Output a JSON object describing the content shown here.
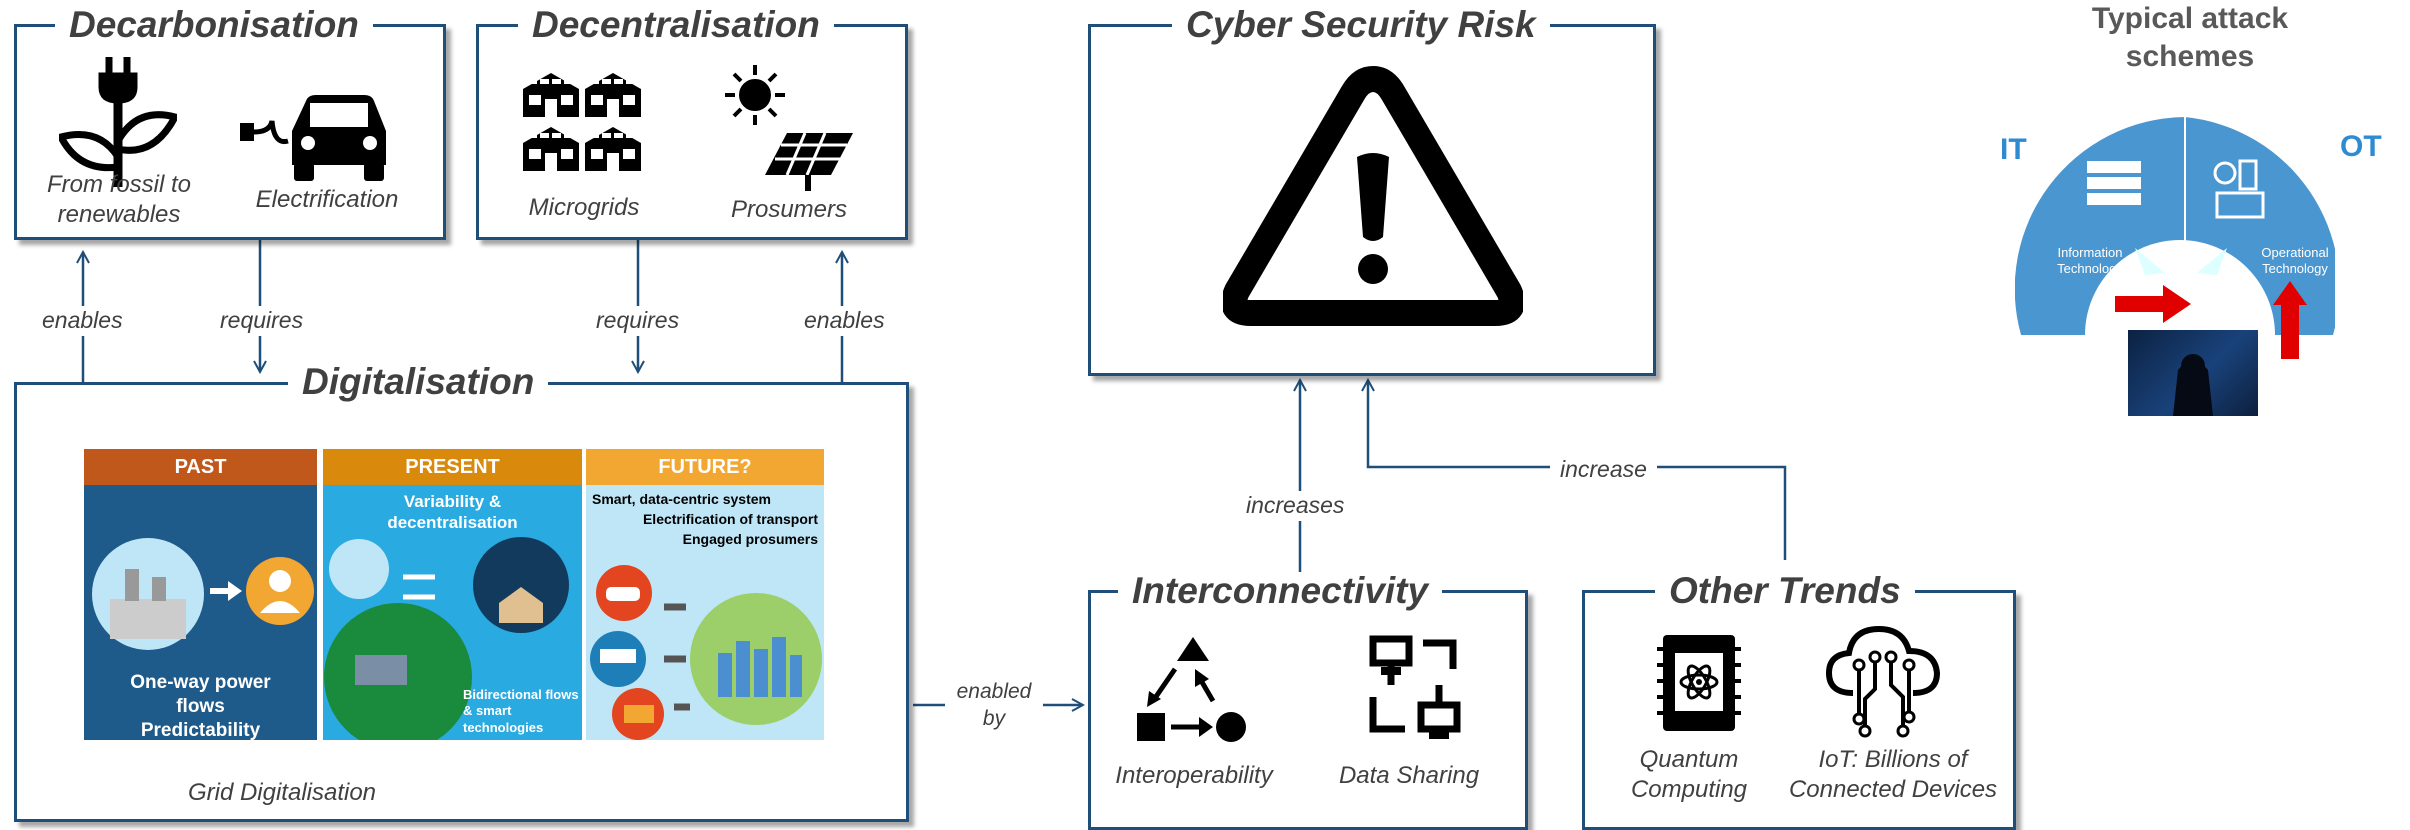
{
  "decarbonisation": {
    "title": "Decarbonisation",
    "item1": "From fossil to renewables",
    "item2": "Electrification"
  },
  "decentralisation": {
    "title": "Decentralisation",
    "item1": "Microgrids",
    "item2": "Prosumers"
  },
  "cyber": {
    "title": "Cyber Security Risk"
  },
  "attack": {
    "title": "Typical attack schemes",
    "it": "IT",
    "ot": "OT",
    "it_label": "Information Technology",
    "ot_label": "Operational Technology"
  },
  "digitalisation": {
    "title": "Digitalisation",
    "caption": "Grid Digitalisation",
    "past": {
      "header": "PAST",
      "text": "One-way power flows Predictability",
      "color": "#c0571b"
    },
    "present": {
      "header": "PRESENT",
      "top": "Variability & decentralisation",
      "bottom": "Bidirectional flows & smart technologies",
      "color": "#d98a0c"
    },
    "future": {
      "header": "FUTURE?",
      "line1": "Smart, data-centric system",
      "line2": "Electrification of transport",
      "line3": "Engaged prosumers",
      "color": "#f2a733"
    }
  },
  "interconnectivity": {
    "title": "Interconnectivity",
    "item1": "Interoperability",
    "item2": "Data Sharing"
  },
  "other_trends": {
    "title": "Other Trends",
    "item1": "Quantum Computing",
    "item2": "IoT: Billions of Connected Devices"
  },
  "edges": {
    "enables_left": "enables",
    "requires_left": "requires",
    "requires_right": "requires",
    "enables_right": "enables",
    "increases": "increases",
    "increase": "increase",
    "enabled_by": "enabled by"
  }
}
